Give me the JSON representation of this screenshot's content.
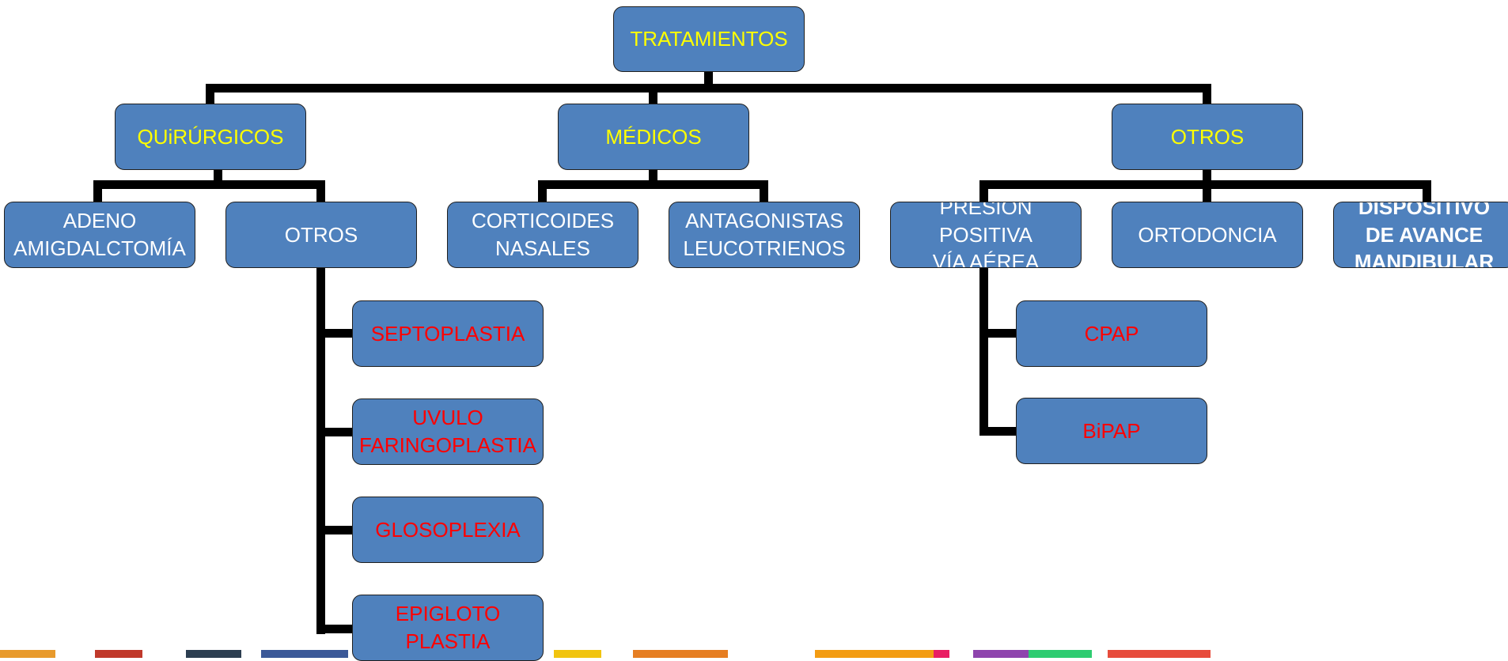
{
  "diagram": {
    "root": {
      "label": "TRATAMIENTOS"
    },
    "branches": {
      "quirurgicos": {
        "label": "QUiRÚRGICOS",
        "children": {
          "adeno": "ADENO\nAMIGDALCTOMÍA",
          "otros": "OTROS"
        },
        "otros_items": [
          "SEPTOPLASTIA",
          "UVULO\nFARINGOPLASTIA",
          "GLOSOPLEXIA",
          "EPIGLOTO\nPLASTIA"
        ]
      },
      "medicos": {
        "label": "MÉDICOS",
        "children": {
          "corticoides": "CORTICOIDES\nNASALES",
          "antagonistas": "ANTAGONISTAS\nLEUCOTRIENOS"
        }
      },
      "otros": {
        "label": "OTROS",
        "children": {
          "presion": "PRESIÓN\nPOSITIVA\nVÍA AÉREA",
          "ortodoncia": "ORTODONCIA",
          "dispositivo": "DISPOSITIVO\nDE AVANCE\nMANDIBULAR"
        },
        "presion_items": [
          "CPAP",
          "BiPAP"
        ]
      }
    }
  },
  "colors": {
    "box_fill": "#4f81bd",
    "connector": "#000000",
    "level1_text": "#ffff00",
    "level2_text": "#ffffff",
    "level3_text": "#ff0000"
  }
}
